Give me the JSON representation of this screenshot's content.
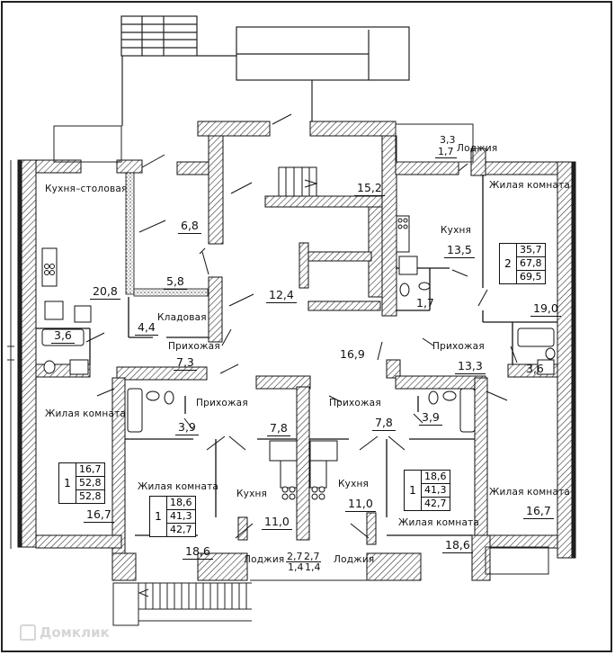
{
  "plan": {
    "type": "apartment floor plan",
    "watermark": "Домклик",
    "rooms": {
      "kitchen_dining": {
        "label": "Кухня–столовая",
        "area": "20,8"
      },
      "room_6_8": {
        "area": "6,8"
      },
      "room_5_8": {
        "area": "5,8"
      },
      "storage": {
        "label": "Кладовая",
        "area": "4,4"
      },
      "hall_left": {
        "label": "Прихожая",
        "area": "7,3"
      },
      "bath_left_top": {
        "area": "3,6"
      },
      "stair_hall": {
        "area": "15,2"
      },
      "corridor_12_4": {
        "area": "12,4"
      },
      "corridor_16_9": {
        "area": "16,9"
      },
      "loggia_top": {
        "label": "Лоджия",
        "area_a": "3,3",
        "area_b": "1,7"
      },
      "kitchen_right": {
        "label": "Кухня",
        "area": "13,5"
      },
      "wc_right": {
        "area": "1,7"
      },
      "living_right_top": {
        "label": "Жилая комната",
        "area": "19,0"
      },
      "hall_right": {
        "label": "Прихожая",
        "area": "13,3"
      },
      "bath_right_top": {
        "area": "3,6"
      },
      "living_left_bottom": {
        "label": "Жилая комната",
        "area": "16,7"
      },
      "hall_bl": {
        "label": "Прихожая",
        "area": "7,8"
      },
      "bath_bl": {
        "area": "3,9"
      },
      "living_bl2": {
        "label": "Жилая комната",
        "area": "18,6"
      },
      "kitchen_bl": {
        "label": "Кухня",
        "area": "11,0"
      },
      "loggia_bl": {
        "label": "Лоджия",
        "area_a": "2,7",
        "area_b": "1,4"
      },
      "hall_br": {
        "label": "Прихожая",
        "area": "7,8"
      },
      "bath_br": {
        "area": "3,9"
      },
      "kitchen_br": {
        "label": "Кухня",
        "area": "11,0"
      },
      "loggia_br": {
        "label": "Лоджия",
        "area_a": "2,7",
        "area_b": "1,4"
      },
      "living_br1": {
        "label": "Жилая комната",
        "area": "18,6"
      },
      "living_br2": {
        "label": "Жилая комната",
        "area": "16,7"
      }
    },
    "apartments": [
      {
        "id": "apt-left",
        "rooms": "1",
        "living": "16,7",
        "total": "52,8",
        "total_with_loggia": "52,8"
      },
      {
        "id": "apt-bottom-left",
        "rooms": "1",
        "living": "18,6",
        "total": "41,3",
        "total_with_loggia": "42,7"
      },
      {
        "id": "apt-right-top",
        "rooms": "2",
        "living": "35,7",
        "total": "67,8",
        "total_with_loggia": "69,5"
      },
      {
        "id": "apt-bottom-right",
        "rooms": "1",
        "living": "18,6",
        "total": "41,3",
        "total_with_loggia": "42,7"
      }
    ],
    "colors": {
      "line": "#111111",
      "hatch": "#333333",
      "background": "#ffffff"
    }
  }
}
